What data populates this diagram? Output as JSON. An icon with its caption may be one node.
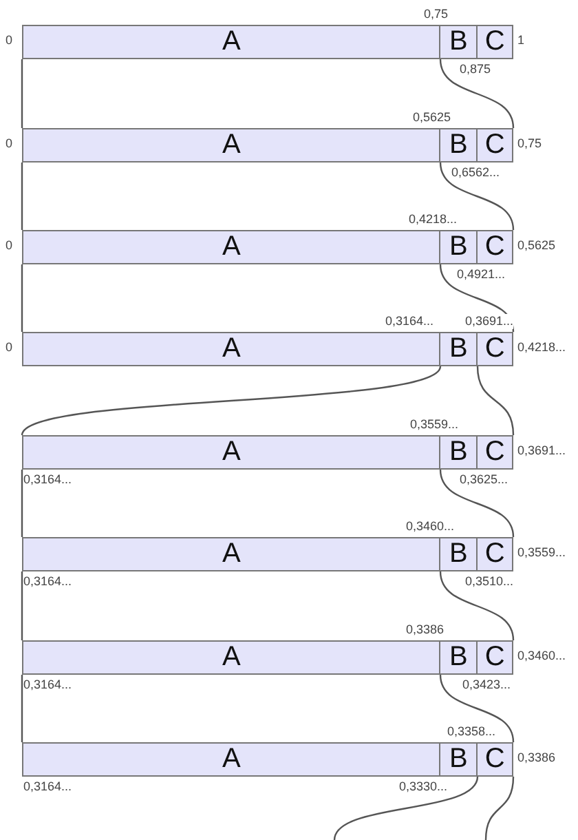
{
  "diagram": {
    "nodes": [
      {
        "text": [
          "A",
          "B",
          "C"
        ],
        "beside": [
          "0,75",
          "0",
          "1",
          "0,875"
        ]
      },
      {
        "text": [
          "A",
          "B",
          "C"
        ],
        "beside": [
          "0,5625",
          "0",
          "0,75",
          "0,6562..."
        ]
      },
      {
        "text": [
          "A",
          "B",
          "C"
        ],
        "beside": [
          "0,4218...",
          "0",
          "0,5625",
          "0,4921..."
        ]
      },
      {
        "text": [
          "A",
          "B",
          "C"
        ],
        "beside": [
          "0,3164...",
          "0,3691...",
          "0",
          "0,4218..."
        ]
      },
      {
        "text": [
          "A",
          "B",
          "C"
        ],
        "beside": [
          "0,3559...",
          "0,3691...",
          "0,3164...",
          "0,3625..."
        ]
      },
      {
        "text": [
          "A",
          "B",
          "C"
        ],
        "beside": [
          "0,3460...",
          "0,3559...",
          "0,3164...",
          "0,3510..."
        ]
      },
      {
        "text": [
          "A",
          "B",
          "C"
        ],
        "beside": [
          "0,3386",
          "0,3460...",
          "0,3164...",
          "0,3423..."
        ]
      },
      {
        "text": [
          "A",
          "B",
          "C"
        ],
        "beside": [
          "0,3358...",
          "0,3386",
          "0,3164...",
          "0,3330..."
        ]
      }
    ],
    "edges": [
      {
        "from": 0,
        "to": 1,
        "arrow": "none"
      },
      {
        "from": 0,
        "to": 1,
        "arrow": "none"
      },
      {
        "from": 1,
        "to": 2,
        "arrow": "none"
      },
      {
        "from": 1,
        "to": 2,
        "arrow": "none"
      },
      {
        "from": 2,
        "to": 3,
        "arrow": "none"
      },
      {
        "from": 2,
        "to": 3,
        "arrow": "none"
      },
      {
        "from": 3,
        "to": 4,
        "arrow": "none"
      },
      {
        "from": 3,
        "to": 4,
        "arrow": "none"
      },
      {
        "from": 4,
        "to": 5,
        "arrow": "none"
      },
      {
        "from": 4,
        "to": 5,
        "arrow": "none"
      },
      {
        "from": 5,
        "to": 6,
        "arrow": "none"
      },
      {
        "from": 5,
        "to": 6,
        "arrow": "none"
      },
      {
        "from": 6,
        "to": 7,
        "arrow": "none"
      },
      {
        "from": 6,
        "to": 7,
        "arrow": "none"
      },
      {
        "from": 7,
        "to": null,
        "arrow": "none"
      },
      {
        "from": 7,
        "to": null,
        "arrow": "none"
      }
    ]
  }
}
